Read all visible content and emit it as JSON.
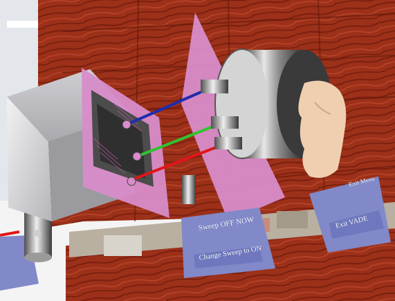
{
  "sweep_panel": {
    "title": "Sweep OFF NOW",
    "button_label": "Change Sweep to ON"
  },
  "exit_panel": {
    "title": "Exit Menu",
    "button_label": "Exit VADE"
  },
  "colors": {
    "wall": "#9c3019",
    "panel_blue": "#8189c9",
    "plate_pink": "#d88cc9",
    "rod_blue": "#1d2cb0",
    "rod_green": "#2fc42f",
    "rod_red": "#e0161a",
    "hand": "#efcfb0"
  },
  "icons": [
    "virtual-hand-icon",
    "small-cylinder-icon"
  ]
}
